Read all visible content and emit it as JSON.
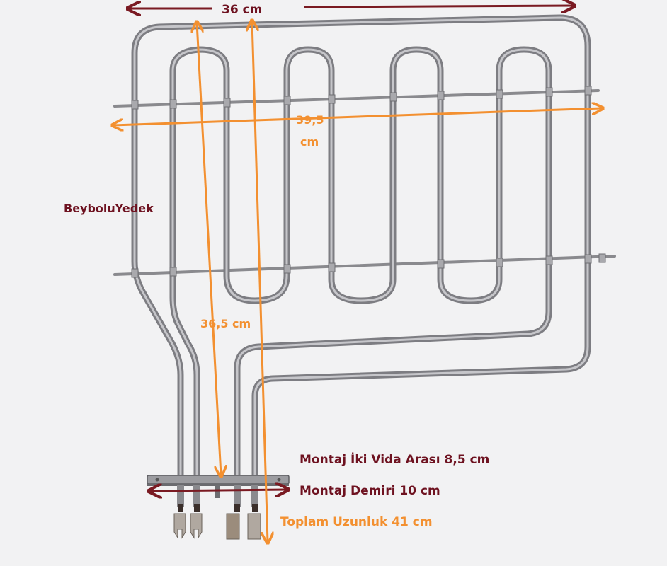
{
  "watermark": "BeyboluYedek",
  "dimensions": {
    "width_label": "36 cm",
    "span_label_line1": "39,5",
    "span_label_line2": "cm",
    "height_label": "36,5 cm",
    "screw_spacing_label": "Montaj İki Vida Arası 8,5 cm",
    "bracket_label": "Montaj Demiri 10 cm",
    "total_length_label": "Toplam Uzunluk 41 cm"
  },
  "colors": {
    "background": "#f2f2f3",
    "label_dark_red": "#6e1220",
    "arrow_dark_red": "#7a1a22",
    "arrow_orange": "#f39030",
    "metal": "#8f8f93"
  }
}
